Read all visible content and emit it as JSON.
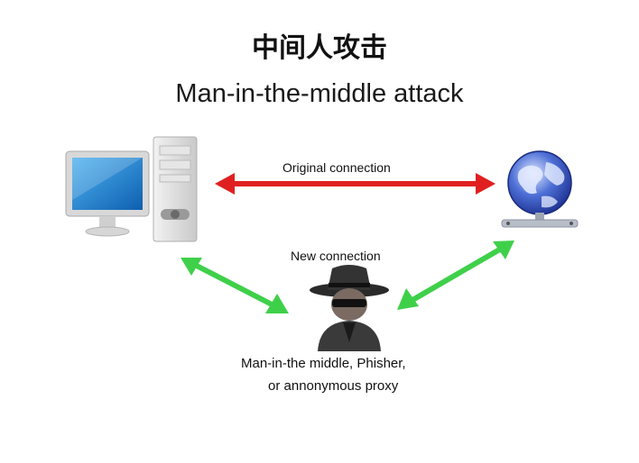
{
  "title": {
    "cn": "中间人攻击",
    "en": "Man-in-the-middle attack"
  },
  "labels": {
    "original_connection": "Original connection",
    "new_connection": "New connection",
    "attacker_line1": "Man-in-the middle, Phisher,",
    "attacker_line2": "or annonymous proxy"
  },
  "nodes": {
    "client": "computer-icon",
    "server": "globe-server-icon",
    "attacker": "hacker-icon"
  },
  "colors": {
    "original_arrow": "#e02020",
    "new_arrow": "#3fd04a",
    "monitor_screen": "#1d7fd0"
  }
}
